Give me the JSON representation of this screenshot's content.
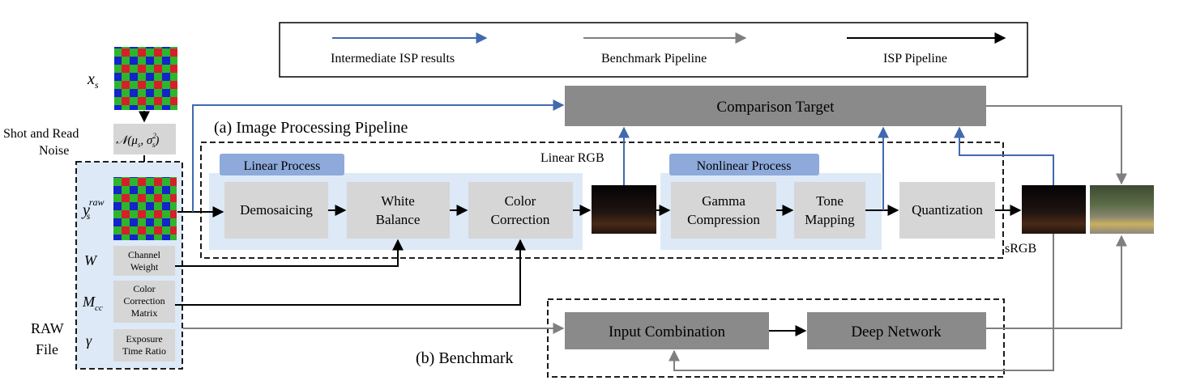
{
  "legend": {
    "intermediate": "Intermediate ISP  results",
    "benchmark": "Benchmark Pipeline",
    "isp": "ISP Pipeline"
  },
  "left": {
    "xs_var": "x",
    "xs_sub": "s",
    "noise_label_line1": "Shot and Read",
    "noise_label_line2": "Noise",
    "noise_formula": "𝒩(μ",
    "noise_formula_mid": "s",
    "noise_formula_sep": ", σ",
    "noise_formula_sup": "2",
    "noise_formula_sub": "s",
    "noise_formula_close": ")",
    "ys_var": "y",
    "ys_sub": "s",
    "ys_sup": "raw",
    "w_var": "W",
    "mcc_var": "M",
    "mcc_sub": "cc",
    "gamma_var": "γ",
    "channel_weight_1": "Channel",
    "channel_weight_2": "Weight",
    "ccm_1": "Color",
    "ccm_2": "Correction",
    "ccm_3": "Matrix",
    "exposure_1": "Exposure",
    "exposure_2": "Time Ratio",
    "raw_file_1": "RAW",
    "raw_file_2": "File"
  },
  "pipeline": {
    "title": "(a) Image Processing Pipeline",
    "linear_process": "Linear Process",
    "nonlinear_process": "Nonlinear Process",
    "linear_rgb": "Linear RGB",
    "srgb": "sRGB",
    "demosaicing": "Demosaicing",
    "white_balance_1": "White",
    "white_balance_2": "Balance",
    "color_correction_1": "Color",
    "color_correction_2": "Correction",
    "gamma_1": "Gamma",
    "gamma_2": "Compression",
    "tone_1": "Tone",
    "tone_2": "Mapping",
    "quantization": "Quantization"
  },
  "comparison_target": "Comparison Target",
  "benchmark": {
    "title": "(b) Benchmark",
    "input_combination": "Input Combination",
    "deep_network": "Deep Network"
  },
  "colors": {
    "blue_arrow": "#4169b0",
    "gray_arrow": "#7f7f7f",
    "black_arrow": "#000000",
    "gray_box": "#8a8a8a",
    "light_box": "#d6d6d6",
    "process_bg": "#dde9f6",
    "process_tab": "#8eaadb"
  }
}
